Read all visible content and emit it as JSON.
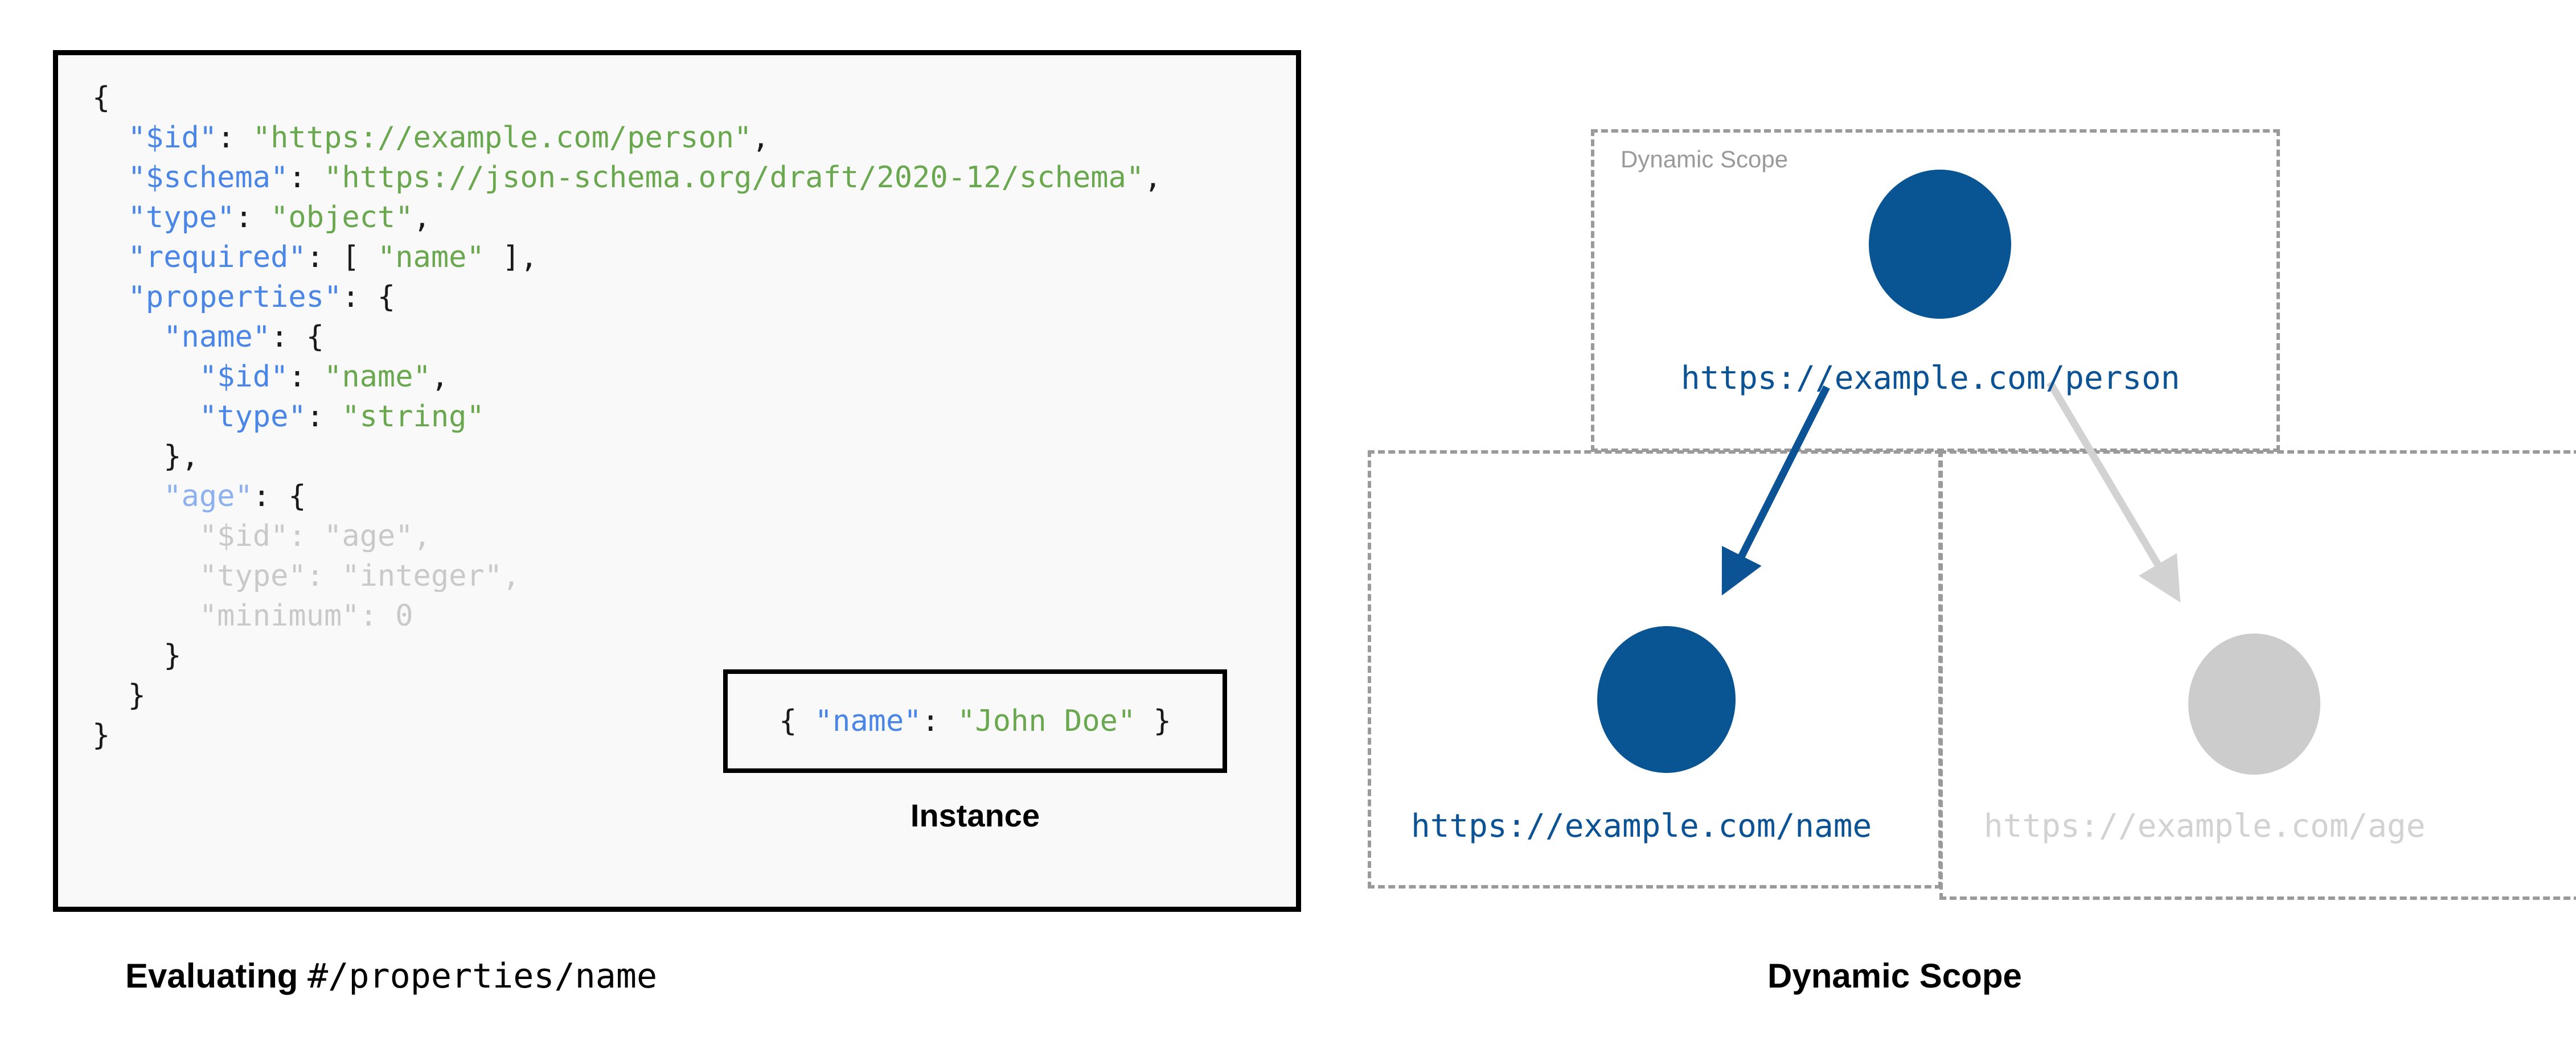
{
  "left_panel": {
    "schema_lines": [
      [
        {
          "t": "{",
          "c": "punc"
        }
      ],
      [
        {
          "t": "  ",
          "c": "punc"
        },
        {
          "t": "\"$id\"",
          "c": "key"
        },
        {
          "t": ": ",
          "c": "punc"
        },
        {
          "t": "\"https://example.com/person\"",
          "c": "str"
        },
        {
          "t": ",",
          "c": "punc"
        }
      ],
      [
        {
          "t": "  ",
          "c": "punc"
        },
        {
          "t": "\"$schema\"",
          "c": "key"
        },
        {
          "t": ": ",
          "c": "punc"
        },
        {
          "t": "\"https://json-schema.org/draft/2020-12/schema\"",
          "c": "str"
        },
        {
          "t": ",",
          "c": "punc"
        }
      ],
      [
        {
          "t": "  ",
          "c": "punc"
        },
        {
          "t": "\"type\"",
          "c": "key"
        },
        {
          "t": ": ",
          "c": "punc"
        },
        {
          "t": "\"object\"",
          "c": "str"
        },
        {
          "t": ",",
          "c": "punc"
        }
      ],
      [
        {
          "t": "  ",
          "c": "punc"
        },
        {
          "t": "\"required\"",
          "c": "key"
        },
        {
          "t": ": [ ",
          "c": "punc"
        },
        {
          "t": "\"name\"",
          "c": "str"
        },
        {
          "t": " ],",
          "c": "punc"
        }
      ],
      [
        {
          "t": "  ",
          "c": "punc"
        },
        {
          "t": "\"properties\"",
          "c": "key"
        },
        {
          "t": ": {",
          "c": "punc"
        }
      ],
      [
        {
          "t": "    ",
          "c": "punc"
        },
        {
          "t": "\"name\"",
          "c": "key"
        },
        {
          "t": ": {",
          "c": "punc"
        }
      ],
      [
        {
          "t": "      ",
          "c": "punc"
        },
        {
          "t": "\"$id\"",
          "c": "key"
        },
        {
          "t": ": ",
          "c": "punc"
        },
        {
          "t": "\"name\"",
          "c": "str"
        },
        {
          "t": ",",
          "c": "punc"
        }
      ],
      [
        {
          "t": "      ",
          "c": "punc"
        },
        {
          "t": "\"type\"",
          "c": "key"
        },
        {
          "t": ": ",
          "c": "punc"
        },
        {
          "t": "\"string\"",
          "c": "str"
        }
      ],
      [
        {
          "t": "    },",
          "c": "punc"
        }
      ],
      [
        {
          "t": "    ",
          "c": "punc"
        },
        {
          "t": "\"age\"",
          "c": "dimkey"
        },
        {
          "t": ": {",
          "c": "punc"
        }
      ],
      [
        {
          "t": "      ",
          "c": "punc"
        },
        {
          "t": "\"$id\"",
          "c": "dim"
        },
        {
          "t": ": ",
          "c": "dim"
        },
        {
          "t": "\"age\"",
          "c": "dim"
        },
        {
          "t": ",",
          "c": "dim"
        }
      ],
      [
        {
          "t": "      ",
          "c": "punc"
        },
        {
          "t": "\"type\"",
          "c": "dim"
        },
        {
          "t": ": ",
          "c": "dim"
        },
        {
          "t": "\"integer\"",
          "c": "dim"
        },
        {
          "t": ",",
          "c": "dim"
        }
      ],
      [
        {
          "t": "      ",
          "c": "punc"
        },
        {
          "t": "\"minimum\"",
          "c": "dim"
        },
        {
          "t": ": ",
          "c": "dim"
        },
        {
          "t": "0",
          "c": "dim"
        }
      ],
      [
        {
          "t": "    }",
          "c": "punc"
        }
      ],
      [
        {
          "t": "  }",
          "c": "punc"
        }
      ],
      [
        {
          "t": "}",
          "c": "punc"
        }
      ]
    ],
    "instance": {
      "parts": [
        {
          "t": "{ ",
          "c": "punc"
        },
        {
          "t": "\"name\"",
          "c": "key"
        },
        {
          "t": ": ",
          "c": "punc"
        },
        {
          "t": "\"John Doe\"",
          "c": "str"
        },
        {
          "t": " }",
          "c": "punc"
        }
      ],
      "label": "Instance"
    },
    "caption_bold": "Evaluating ",
    "caption_mono": "#/properties/name"
  },
  "right_panel": {
    "scope_box_label": "Dynamic Scope",
    "nodes": [
      {
        "id": "person",
        "label": "https://example.com/person",
        "state": "active",
        "color": "#095594"
      },
      {
        "id": "name",
        "label": "https://example.com/name",
        "state": "active",
        "color": "#095594"
      },
      {
        "id": "age",
        "label": "https://example.com/age",
        "state": "inactive",
        "color": "#cccccc"
      }
    ],
    "edges": [
      {
        "from": "person",
        "to": "name",
        "state": "active",
        "color": "#0b5394"
      },
      {
        "from": "person",
        "to": "age",
        "state": "inactive",
        "color": "#d2d2d2"
      }
    ],
    "caption": "Dynamic Scope"
  },
  "colors": {
    "accent_blue": "#0b5394",
    "node_blue": "#095594",
    "inactive_grey": "#cccccc",
    "dashed_border": "#9a9a9a",
    "json_key": "#4a86e8",
    "json_string": "#6aa84f",
    "panel_bg": "#f9f9f9"
  }
}
